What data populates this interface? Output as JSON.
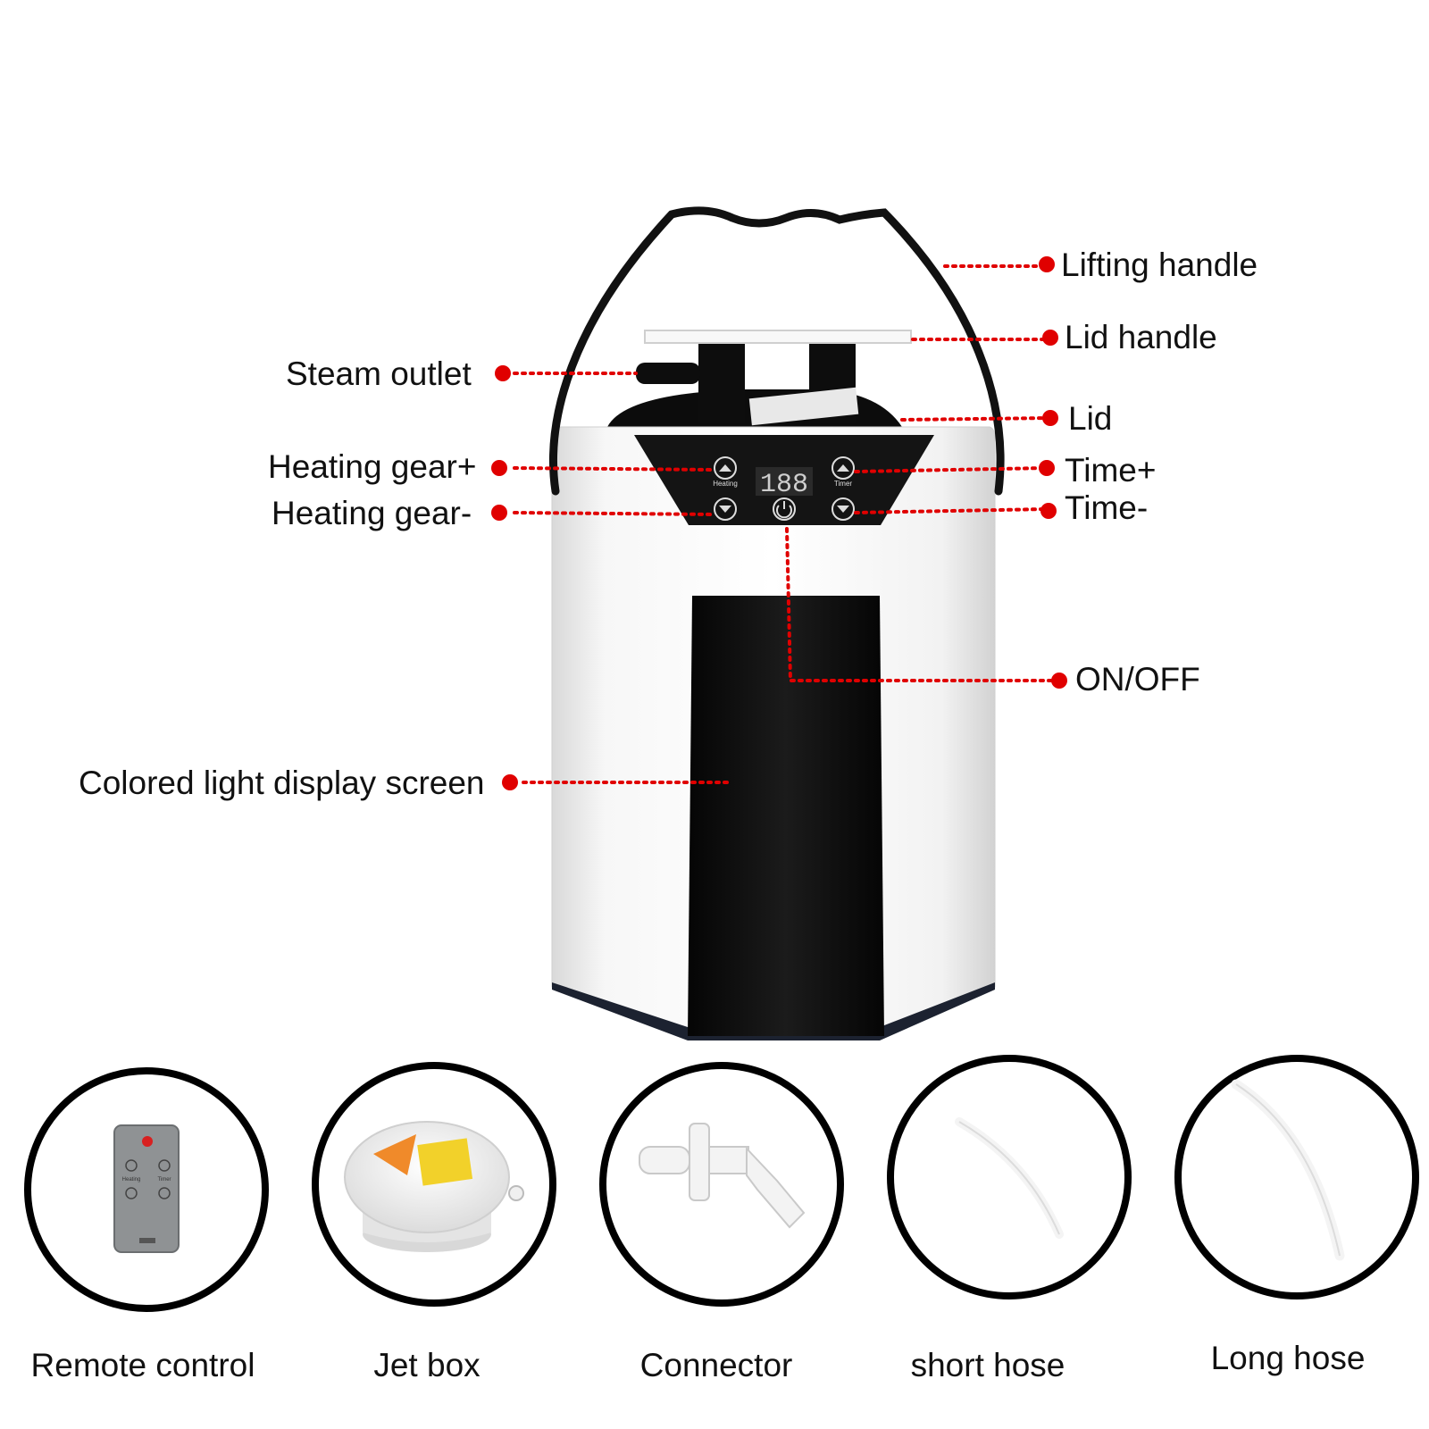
{
  "colors": {
    "callout": "#e00000",
    "body": "#f4f4f4",
    "dark": "#111111",
    "outline": "#000000"
  },
  "product": {
    "name": "steamer",
    "panel": {
      "display": "188",
      "heating_caption": "Heating",
      "timer_caption": "Timer"
    }
  },
  "callouts": {
    "lifting_handle": "Lifting handle",
    "lid_handle": "Lid handle",
    "steam_outlet": "Steam outlet",
    "lid": "Lid",
    "heating_gear_plus": "Heating gear+",
    "heating_gear_minus": "Heating gear-",
    "time_plus": "Time+",
    "time_minus": "Time-",
    "on_off": "ON/OFF",
    "colored_light_display_screen": "Colored light display screen"
  },
  "accessories": [
    {
      "label": "Remote control",
      "icon": "remote-control-icon"
    },
    {
      "label": "Jet box",
      "icon": "jet-box-icon"
    },
    {
      "label": "Connector",
      "icon": "connector-icon"
    },
    {
      "label": "short hose",
      "icon": "short-hose-icon"
    },
    {
      "label": "Long hose",
      "icon": "long-hose-icon"
    }
  ],
  "remote": {
    "heating_caption": "Heating",
    "timer_caption": "Timer"
  }
}
